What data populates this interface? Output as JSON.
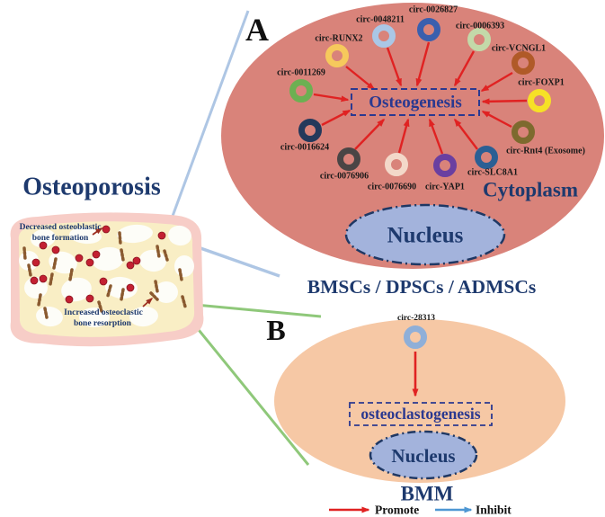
{
  "figure": {
    "osteoporosis": {
      "title": "Osteoporosis",
      "decreased_line1": "Decreased osteoblastic",
      "decreased_line2": "bone formation",
      "increased_line1": "Increased  osteoclastic",
      "increased_line2": "bone resorption"
    },
    "panel_a": {
      "label": "A",
      "center_text": "Osteogenesis",
      "cytoplasm_label": "Cytoplasm",
      "nucleus_label": "Nucleus",
      "cell_caption": "BMSCs / DPSCs / ADMSCs",
      "fill": "#d9837a",
      "circrnas": [
        {
          "name": "circ-RUNX2",
          "color": "#f6c95c"
        },
        {
          "name": "circ-0048211",
          "color": "#aac7e6"
        },
        {
          "name": "circ-0026827",
          "color": "#3a5fae"
        },
        {
          "name": "circ-0006393",
          "color": "#c3d9a9"
        },
        {
          "name": "circ-VCNGL1",
          "color": "#b05a28"
        },
        {
          "name": "circ-0011269",
          "color": "#6cb052"
        },
        {
          "name": "circ-FOXP1",
          "color": "#f6e126"
        },
        {
          "name": "circ-0016624",
          "color": "#24395b"
        },
        {
          "name": "circ-Rnt4 (Exosome)",
          "color": "#7d6a2e"
        },
        {
          "name": "circ-0076906",
          "color": "#4a4545"
        },
        {
          "name": "circ-0076690",
          "color": "#f3d8c9"
        },
        {
          "name": "circ-YAP1",
          "color": "#6a3fa0"
        },
        {
          "name": "circ-SLC8A1",
          "color": "#2b5f94"
        }
      ]
    },
    "panel_b": {
      "label": "B",
      "circrna": {
        "name": "circ-28313",
        "color": "#8fafd8"
      },
      "center_text": "osteoclastogenesis",
      "nucleus_label": "Nucleus",
      "cell_caption": "BMM",
      "fill": "#f6c8a5"
    },
    "legend": {
      "promote_label": "Promote",
      "promote_color": "#e02222",
      "inhibit_label": "Inhibit",
      "inhibit_color": "#4e97d3"
    },
    "colors": {
      "nucleus_fill": "#a3b3dc",
      "nucleus_border": "#1f3864",
      "connector_blue": "#aec6e4",
      "connector_green": "#8fc87a",
      "bone_outer": "#f7cdc7",
      "bone_inner": "#f9eec5",
      "osteoblast_dot": "#c32032",
      "osteoclast_brown": "#8a5a30",
      "navy_text": "#1e3a6e",
      "indigo_text": "#2b3990"
    }
  }
}
